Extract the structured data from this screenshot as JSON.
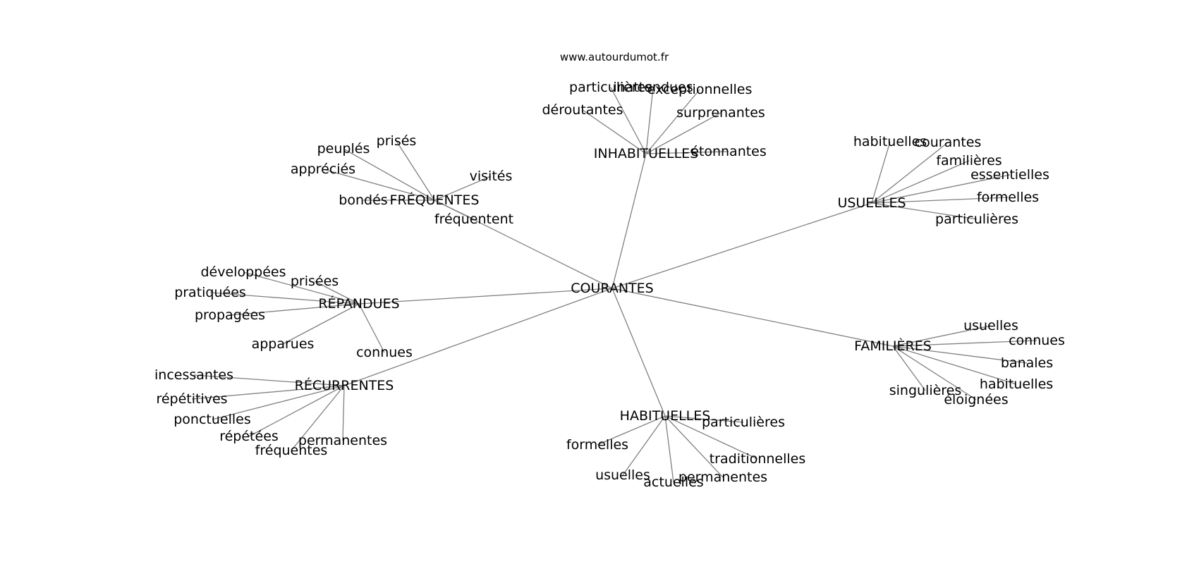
{
  "source_label": "www.autourdumot.fr",
  "graph": {
    "center": "COURANTES",
    "hubs": [
      {
        "id": "inhabituelles",
        "label": "INHABITUELLES",
        "leaves": [
          "particulières",
          "inattendues",
          "exceptionnelles",
          "déroutantes",
          "surprenantes",
          "étonnantes"
        ]
      },
      {
        "id": "frequentes",
        "label": "FRÉQUENTES",
        "leaves": [
          "prisés",
          "peuplés",
          "appréciés",
          "visités",
          "bondés",
          "fréquentent"
        ]
      },
      {
        "id": "usuelles",
        "label": "USUELLES",
        "leaves": [
          "habituelles",
          "courantes",
          "familières",
          "essentielles",
          "formelles",
          "particulières"
        ]
      },
      {
        "id": "repandues",
        "label": "RÉPANDUES",
        "leaves": [
          "développées",
          "prisées",
          "pratiquées",
          "propagées",
          "apparues",
          "connues"
        ]
      },
      {
        "id": "recurrentes",
        "label": "RÉCURRENTES",
        "leaves": [
          "incessantes",
          "répétitives",
          "ponctuelles",
          "répétées",
          "fréquentes",
          "permanentes"
        ]
      },
      {
        "id": "familieres",
        "label": "FAMILIÈRES",
        "leaves": [
          "usuelles",
          "connues",
          "banales",
          "habituelles",
          "singulières",
          "éloignées"
        ]
      },
      {
        "id": "habituelles",
        "label": "HABITUELLES",
        "leaves": [
          "particulières",
          "formelles",
          "traditionnelles",
          "usuelles",
          "actuelles",
          "permanentes"
        ]
      }
    ]
  }
}
